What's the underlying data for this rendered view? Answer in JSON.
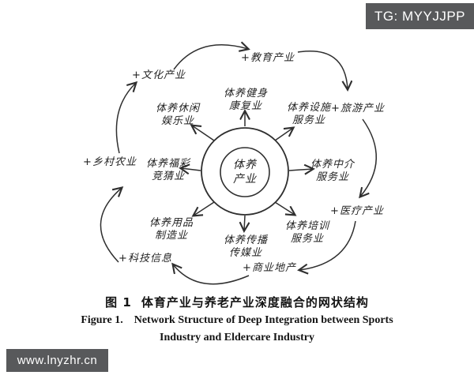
{
  "colors": {
    "badge_background": "#58595b",
    "diagram_line": "#2f2f2f",
    "text": "#232323"
  },
  "watermarks": {
    "top_right": "TG: MYYJJPP",
    "bottom_left": "www.lnyzhr.cn"
  },
  "diagram": {
    "center": {
      "lines": [
        "体养",
        "产业"
      ]
    },
    "inner_nodes": [
      {
        "name": "fitness-rehab",
        "lines": [
          "体养健身",
          "康复业"
        ]
      },
      {
        "name": "facility-services",
        "lines": [
          "体养设施",
          "服务业"
        ]
      },
      {
        "name": "intermediary-services",
        "lines": [
          "体养中介",
          "服务业"
        ]
      },
      {
        "name": "training-services",
        "lines": [
          "体养培训",
          "服务业"
        ]
      },
      {
        "name": "media-communication",
        "lines": [
          "体养传播",
          "传媒业"
        ]
      },
      {
        "name": "goods-manufacturing",
        "lines": [
          "体养用品",
          "制造业"
        ]
      },
      {
        "name": "lottery-betting",
        "lines": [
          "体养福彩",
          "竞猜业"
        ]
      },
      {
        "name": "leisure-entertainment",
        "lines": [
          "体养休闲",
          "娱乐业"
        ]
      }
    ],
    "outer_nodes": [
      {
        "name": "education",
        "label": "+教育产业"
      },
      {
        "name": "tourism",
        "label": "+旅游产业"
      },
      {
        "name": "medical",
        "label": "+医疗产业"
      },
      {
        "name": "commercial-realestate",
        "label": "+商业地产"
      },
      {
        "name": "tech-info",
        "label": "+科技信息"
      },
      {
        "name": "rural-agriculture",
        "label": "+乡村农业"
      },
      {
        "name": "culture",
        "label": "+文化产业"
      }
    ],
    "outer_flow_edges": [
      {
        "from": "culture",
        "to": "education"
      },
      {
        "from": "education",
        "to": "tourism"
      },
      {
        "from": "tourism",
        "to": "medical"
      },
      {
        "from": "medical",
        "to": "commercial-realestate"
      },
      {
        "from": "commercial-realestate",
        "to": "tech-info"
      },
      {
        "from": "tech-info",
        "to": "rural-agriculture"
      },
      {
        "from": "rural-agriculture",
        "to": "culture"
      }
    ]
  },
  "caption": {
    "zh_prefix": "图 1",
    "zh_title": "体育产业与养老产业深度融合的网状结构",
    "en_prefix": "Figure 1.",
    "en_line1": "Network Structure of Deep Integration between Sports",
    "en_line2": "Industry and Eldercare Industry"
  }
}
